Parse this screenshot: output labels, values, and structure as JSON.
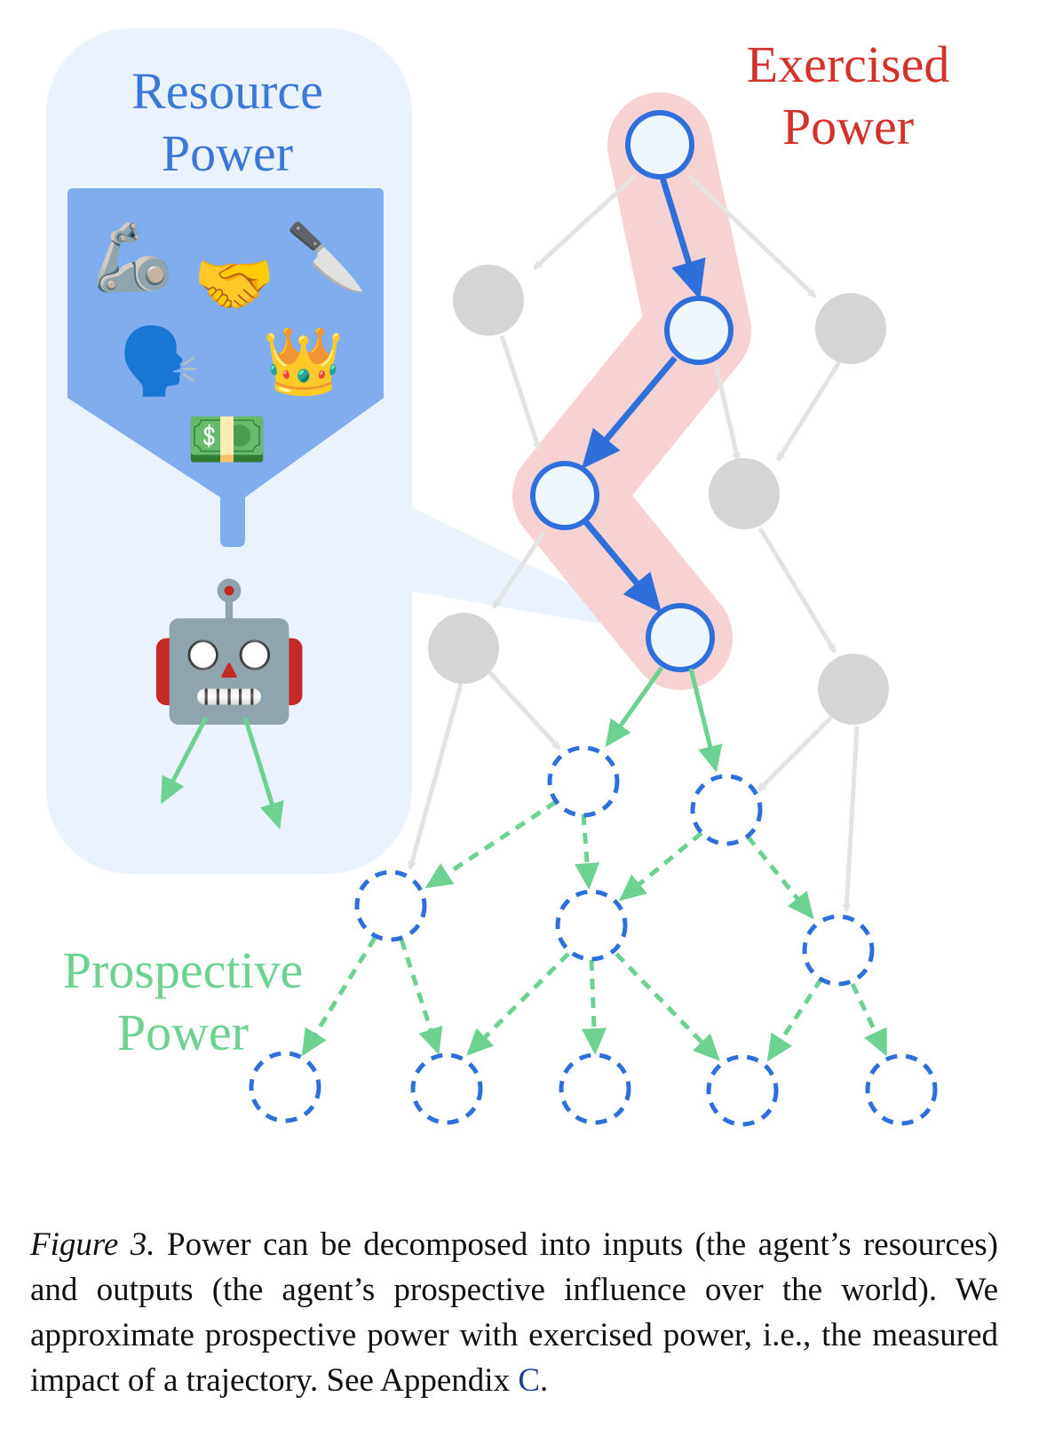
{
  "labels": {
    "resource_line1": "Resource",
    "resource_line2": "Power",
    "exercised_line1": "Exercised",
    "exercised_line2": "Power",
    "prospective_line1": "Prospective",
    "prospective_line2": "Power"
  },
  "icons": [
    {
      "name": "flexed-mechanical-arm-icon",
      "glyph": "🦾"
    },
    {
      "name": "handshake-icon",
      "glyph": "🤝"
    },
    {
      "name": "knife-icon",
      "glyph": "🔪"
    },
    {
      "name": "speaking-head-icon",
      "glyph": "🗣️"
    },
    {
      "name": "crown-icon",
      "glyph": "👑"
    },
    {
      "name": "money-banknote-icon",
      "glyph": "💵"
    }
  ],
  "robot_glyph": "🤖",
  "caption": {
    "figure_label": "Figure 3.",
    "text": "Power can be decomposed into inputs (the agent’s resources) and outputs (the agent’s prospective influence over the world). We approximate prospective power with exercised power, i.e., the measured impact of a trajectory. See Appendix ",
    "ref": "C",
    "end": "."
  },
  "colors": {
    "resource_blue": "#3a78d8",
    "exercised_red": "#d3322b",
    "prospective_green": "#6cd191",
    "panel_bg": "#eaf3fd",
    "icon_box": "#7fadee",
    "path_highlight": "#f6d2d2",
    "node_gray": "#d5d5d5",
    "edge_gray": "#e3e3e3",
    "node_fill": "#eef6fe",
    "path_blue": "#2f6fdc"
  }
}
